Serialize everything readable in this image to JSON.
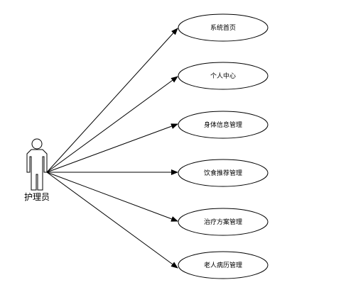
{
  "actor": {
    "label": "护理员"
  },
  "use_cases": [
    {
      "label": "系统首页"
    },
    {
      "label": "个人中心"
    },
    {
      "label": "身体信息管理"
    },
    {
      "label": "饮食推荐管理"
    },
    {
      "label": "治疗方案管理"
    },
    {
      "label": "老人病历管理"
    }
  ],
  "colors": {
    "stroke": "#000000",
    "fill": "#ffffff",
    "background": "#ffffff"
  }
}
